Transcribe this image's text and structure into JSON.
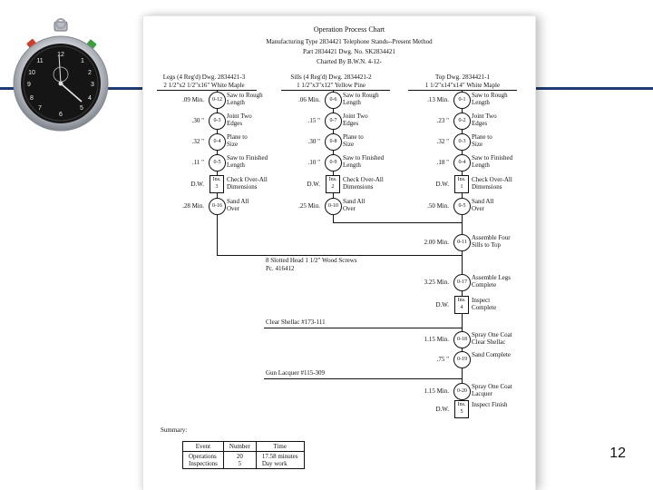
{
  "document": {
    "title": "Operation Process Chart",
    "subtitle_lines": [
      "Manufacturing Type 2834421 Telephone Stands--Present Method",
      "Part 2834421 Dwg. No. SK2834421",
      "Charted By B.W.N. 4-12-"
    ],
    "columns": [
      {
        "header": "Legs (4 Reg'd) Dwg. 2834421-3",
        "material": "2 1/2\"x2 1/2\"x16\" White Maple",
        "steps": [
          {
            "time": ".09 Min.",
            "code": "0-12",
            "desc": "Saw to Rough\nLength",
            "kind": "op"
          },
          {
            "time": ".30  \"",
            "code": "0-3",
            "desc": "Joint Two\nEdges",
            "kind": "op"
          },
          {
            "time": ".32  \"",
            "code": "0-4",
            "desc": "Plane to\nSize",
            "kind": "op"
          },
          {
            "time": ".11  \"",
            "code": "0-5",
            "desc": "Saw to Finished\nLength",
            "kind": "op"
          },
          {
            "time": "D.W.",
            "code": "Ins.\n3",
            "desc": "Check Over-All\nDimensions",
            "kind": "ins"
          },
          {
            "time": ".28 Min.",
            "code": "0-16",
            "desc": "Sand All\nOver",
            "kind": "op"
          }
        ]
      },
      {
        "header": "Sills (4 Reg'd) Dwg. 2834421-2",
        "material": "1 1/2\"x3\"x12\" Yellow Pine",
        "steps": [
          {
            "time": ".06 Min.",
            "code": "0-6",
            "desc": "Saw to Rough\nLength",
            "kind": "op"
          },
          {
            "time": ".15  \"",
            "code": "0-7",
            "desc": "Joint Two\nEdges",
            "kind": "op"
          },
          {
            "time": ".30  \"",
            "code": "0-8",
            "desc": "Plane to\nSize",
            "kind": "op"
          },
          {
            "time": ".10  \"",
            "code": "0-9",
            "desc": "Saw to Finished\nLength",
            "kind": "op"
          },
          {
            "time": "D.W.",
            "code": "Ins.\n2",
            "desc": "Check Over-All\nDimensions",
            "kind": "ins"
          },
          {
            "time": ".25 Min.",
            "code": "0-10",
            "desc": "Sand All\nOver",
            "kind": "op"
          }
        ]
      },
      {
        "header": "Top Dwg. 2834421-1",
        "material": "1 1/2\"x14\"x14\" White Maple",
        "steps": [
          {
            "time": ".13 Min.",
            "code": "0-1",
            "desc": "Saw to Rough\nLength",
            "kind": "op"
          },
          {
            "time": ".23  \"",
            "code": "0-2",
            "desc": "Joint Two\nEdges",
            "kind": "op"
          },
          {
            "time": ".32  \"",
            "code": "0-3",
            "desc": "Plane to\nSize",
            "kind": "op"
          },
          {
            "time": ".18  \"",
            "code": "0-4",
            "desc": "Saw to Finished\nLength",
            "kind": "op"
          },
          {
            "time": "D.W.",
            "code": "Ins.\n1",
            "desc": "Check Over-All\nDimensions",
            "kind": "ins"
          },
          {
            "time": ".50 Min.",
            "code": "0-5",
            "desc": "Sand All\nOver",
            "kind": "op"
          }
        ]
      }
    ],
    "main_steps": [
      {
        "time": "2.00 Min.",
        "code": "0-11",
        "desc": "Assemble Four\nSills to Top",
        "kind": "op"
      },
      {
        "time": "3.25 Min.",
        "code": "0-17",
        "desc": "Assemble Legs\nComplete",
        "kind": "op"
      },
      {
        "time": "D.W.",
        "code": "Ins.\n4",
        "desc": "Inspect\nComplete",
        "kind": "ins"
      },
      {
        "time": "1.15 Min.",
        "code": "0-18",
        "desc": "Spray One Coat\nClear Shellac",
        "kind": "op"
      },
      {
        "time": ".75  \"",
        "code": "0-19",
        "desc": "Sand Complete",
        "kind": "op"
      },
      {
        "time": "1.15 Min.",
        "code": "0-20",
        "desc": "Spray One Coat\nLacquer",
        "kind": "op"
      },
      {
        "time": "D.W.",
        "code": "Ins.\n5",
        "desc": "Inspect Finish",
        "kind": "ins"
      }
    ],
    "materials": [
      {
        "line1": "8 Slotted Head 1 1/2\" Wood Screws",
        "line2": "Pc. 416412"
      },
      {
        "line1": "Clear Shellac #173-111",
        "line2": ""
      },
      {
        "line1": "Gun Lacquer #115-309",
        "line2": ""
      }
    ],
    "summary": {
      "label": "Summary:",
      "headers": [
        "Event",
        "Number",
        "Time"
      ],
      "rows": [
        [
          "Operations\nInspections",
          "20\n5",
          "17.58 minutes\nDay work"
        ]
      ]
    }
  },
  "slide": {
    "page_number": "12",
    "accent_color": "#1f3b73"
  },
  "stopwatch": {
    "icon": "stopwatch-icon",
    "dial_numbers": [
      "12",
      "1",
      "2",
      "3",
      "4",
      "5",
      "6",
      "7",
      "8",
      "9",
      "10",
      "11"
    ]
  }
}
